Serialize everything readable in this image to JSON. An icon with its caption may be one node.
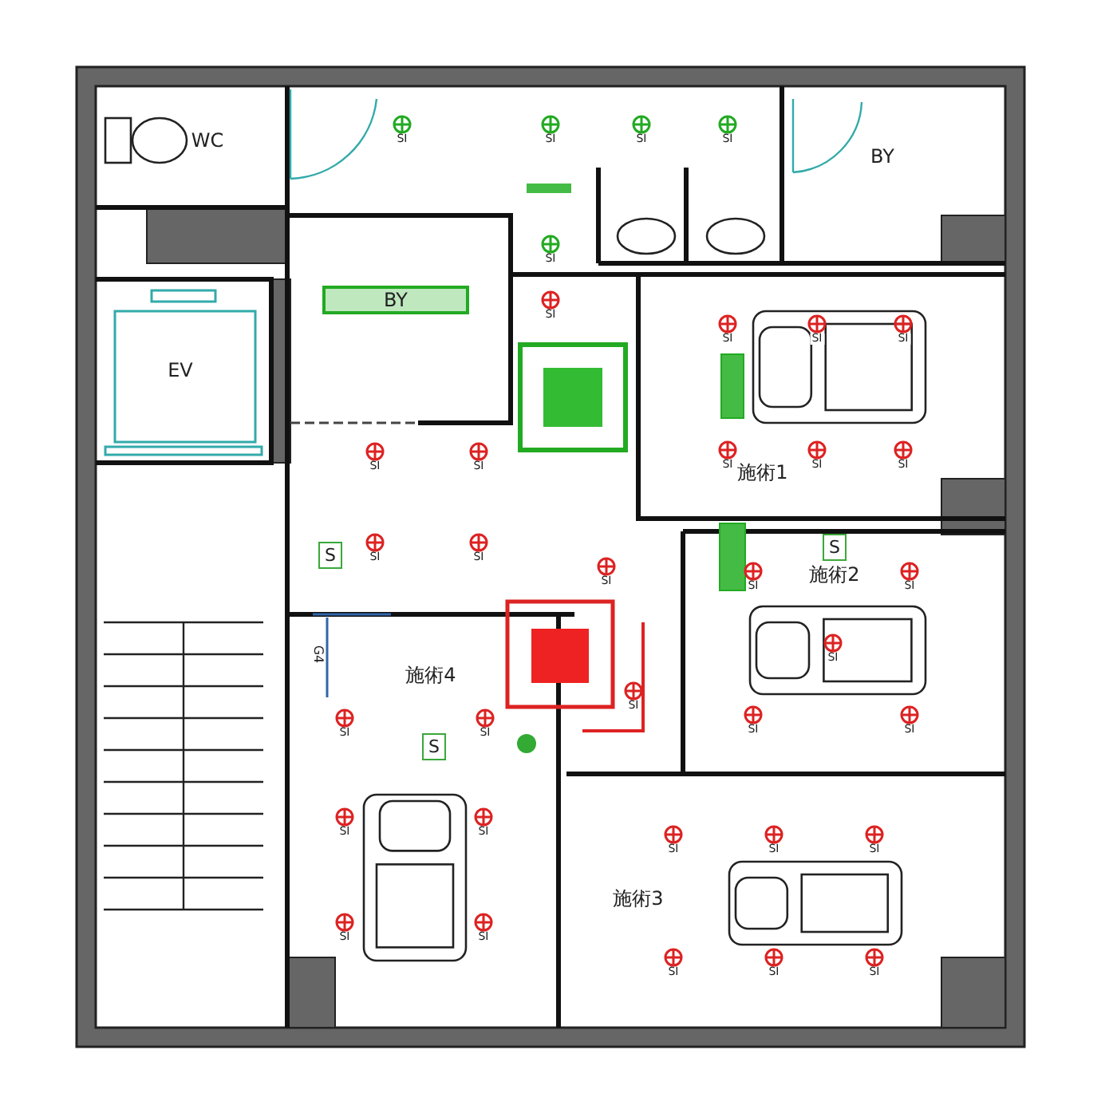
{
  "diagram": {
    "labels": [
      "WC",
      "SI",
      "SI",
      "SI",
      "SI",
      "BY",
      "SI",
      "BY",
      "SI",
      "SI",
      "SI",
      "SI",
      "EV",
      "SI",
      "SI",
      "SI",
      "SI",
      "SI",
      "施術1",
      "S",
      "SI",
      "SI",
      "SI",
      "S",
      "施術2",
      "SI",
      "SI",
      "SI",
      "G4",
      "施術4",
      "SI",
      "SI",
      "SI",
      "SI",
      "SI",
      "S",
      "SI",
      "SI",
      "SI",
      "SI",
      "SI",
      "施術3",
      "SI",
      "SI",
      "SI",
      "SI",
      "SI"
    ]
  }
}
